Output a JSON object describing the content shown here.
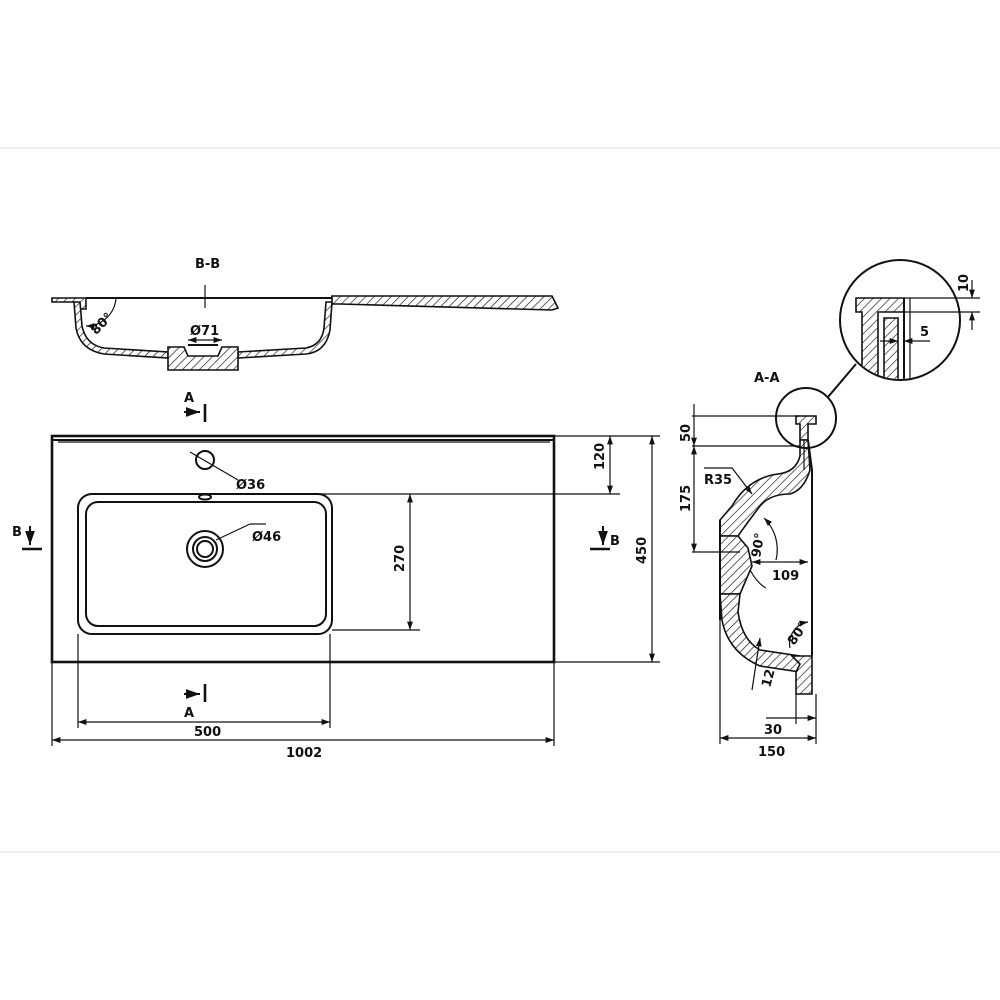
{
  "sections": {
    "bb_title": "B-B",
    "aa_title": "A-A",
    "marker_a_top": "A",
    "marker_a_bottom": "A",
    "marker_b_left": "B",
    "marker_b_right": "B"
  },
  "dimensions": {
    "overflow_dia": "Ø71",
    "tap_hole_dia": "Ø36",
    "drain_dia": "Ø46",
    "angle_bb": "80°",
    "top_offset": "120",
    "bowl_depth": "270",
    "overall_depth": "450",
    "bowl_width": "500",
    "overall_width": "1002",
    "aa_50": "50",
    "aa_175": "175",
    "aa_r35": "R35",
    "aa_90": "90°",
    "aa_109": "109",
    "aa_80": "80°",
    "aa_12": "12",
    "aa_30": "30",
    "aa_150": "150",
    "detail_10": "10",
    "detail_5": "5"
  }
}
